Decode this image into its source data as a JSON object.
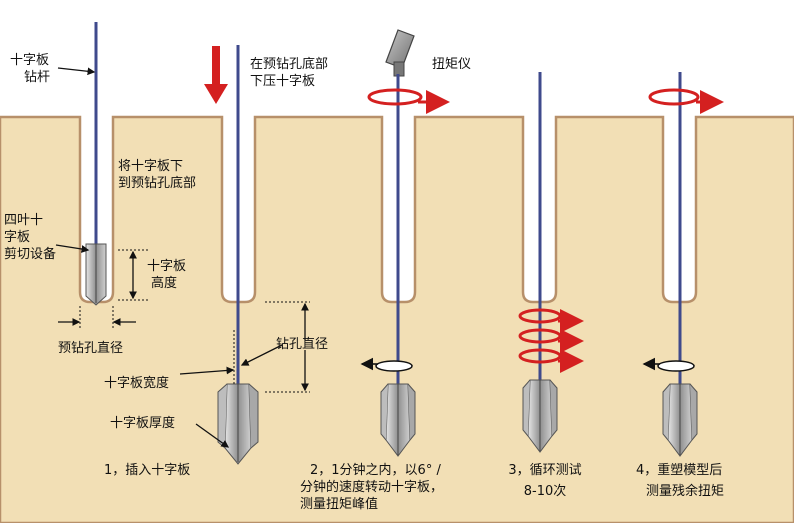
{
  "labels": {
    "vane_rod": [
      "十字板",
      "钻杆"
    ],
    "lower_to_bottom": [
      "将十字板下",
      "到预钻孔底部"
    ],
    "four_blade": [
      "四叶十",
      "字板",
      "剪切设备"
    ],
    "vane_height": [
      "十字板",
      "高度"
    ],
    "prebore_diameter": "预钻孔直径",
    "push_down": [
      "在预钻孔底部",
      "下压十字板"
    ],
    "torque_meter": "扭矩仪",
    "bore_diameter": "钻孔直径",
    "vane_width": "十字板宽度",
    "vane_thickness": "十字板厚度"
  },
  "steps": {
    "step1": [
      "1，插入十字板"
    ],
    "step2": [
      "2，1分钟之内，以6° /",
      "分钟的速度转动十字板，",
      "测量扭矩峰值"
    ],
    "step3": [
      "3，循环测试",
      "8-10次"
    ],
    "step4": [
      "4，重塑模型后",
      "测量残余扭矩"
    ]
  },
  "colors": {
    "soil": "#f2dfb5",
    "soil_edge": "#b7906a",
    "rod": "#3f4a8c",
    "arrow_red": "#d42020",
    "blade": "#9a9a9a",
    "text": "#111111"
  }
}
